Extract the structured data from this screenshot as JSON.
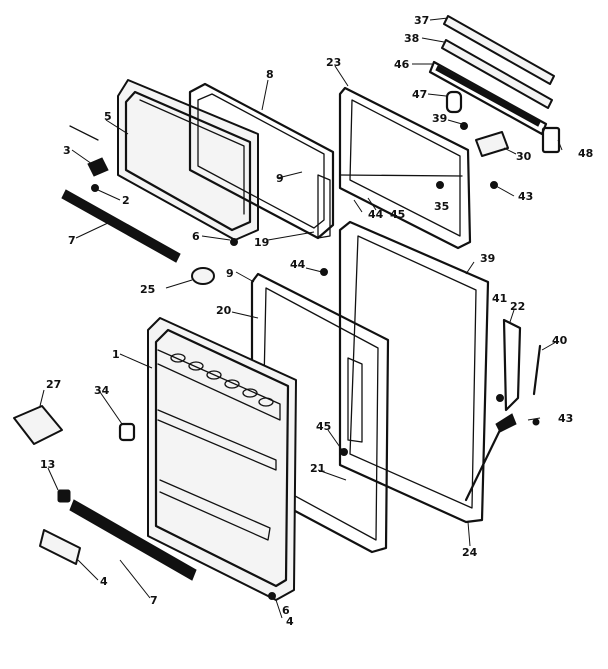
{
  "callouts": [
    "1",
    "2",
    "3",
    "4",
    "4",
    "5",
    "6",
    "6",
    "7",
    "7",
    "8",
    "9",
    "9",
    "13",
    "19",
    "20",
    "21",
    "22",
    "23",
    "24",
    "25",
    "27",
    "30",
    "34",
    "35",
    "37",
    "38",
    "39",
    "39",
    "40",
    "41",
    "43",
    "43",
    "44",
    "44",
    "45",
    "45",
    "46",
    "47",
    "48"
  ]
}
